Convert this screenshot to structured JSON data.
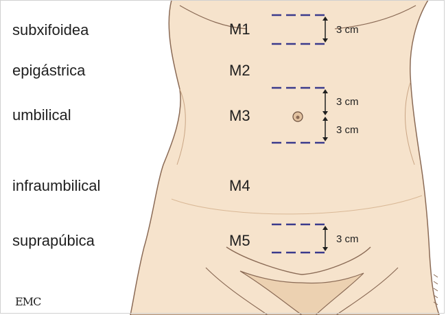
{
  "regions": [
    {
      "label": "subxifoidea"
    },
    {
      "label": "epigástrica"
    },
    {
      "label": "umbilical"
    },
    {
      "label": "infraumbilical"
    },
    {
      "label": "suprapúbica"
    }
  ],
  "zones": [
    {
      "code": "M1"
    },
    {
      "code": "M2"
    },
    {
      "code": "M3"
    },
    {
      "code": "M4"
    },
    {
      "code": "M5"
    }
  ],
  "measurements": [
    {
      "text": "3 cm"
    },
    {
      "text": "3 cm"
    },
    {
      "text": "3 cm"
    },
    {
      "text": "3 cm"
    }
  ],
  "logo": "EMC",
  "colors": {
    "skin": "#f6e3cc",
    "skin_shadow": "#e7c9a8",
    "outline": "#8a6a55",
    "dashed_line": "#3a3a8c",
    "arrow": "#1f1f1f"
  }
}
